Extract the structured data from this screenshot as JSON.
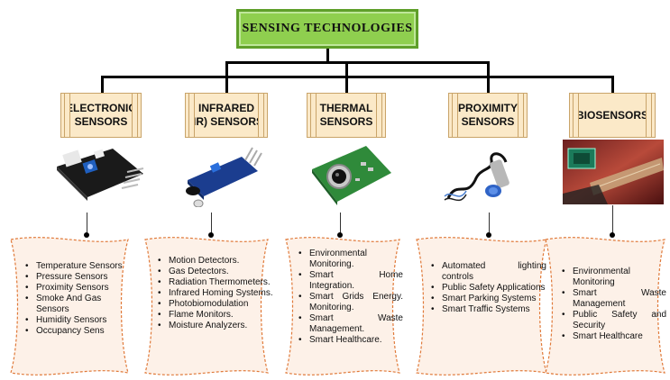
{
  "root": {
    "label": "SENSING TECHNOLOGIES"
  },
  "categories": [
    {
      "label_line1": "ELECTRONIC",
      "label_line2": "SENSORS",
      "items": [
        "Temperature Sensors",
        "Pressure Sensors",
        "Proximity Sensors",
        "Smoke And Gas Sensors",
        "Humidity Sensors",
        "Occupancy Sens"
      ]
    },
    {
      "label_line1": "INFRARED",
      "label_line2": "(IR) SENSORS",
      "items": [
        "Motion Detectors.",
        "Gas Detectors.",
        "Radiation Thermometers.",
        "Infrared Homing Systems.",
        "Photobiomodulation",
        "Flame Monitors.",
        "Moisture Analyzers."
      ]
    },
    {
      "label_line1": "THERMAL",
      "label_line2": "SENSORS",
      "items": [
        "Environmental Monitoring.",
        "Smart Home Integration.",
        "Smart Grids Energy. Monitoring.",
        "Smart Waste Management.",
        "Smart Healthcare."
      ]
    },
    {
      "label_line1": "PROXIMITY",
      "label_line2": "SENSORS",
      "items": [
        "Automated lighting controls",
        "Public Safety Applications",
        "Smart Parking Systems",
        "Smart Traffic Systems"
      ]
    },
    {
      "label_line1": "BIOSENSORS",
      "label_line2": "",
      "items": [
        "Environmental Monitoring",
        "Smart Waste Management",
        "Public Safety and Security",
        "Smart Healthcare"
      ]
    }
  ]
}
